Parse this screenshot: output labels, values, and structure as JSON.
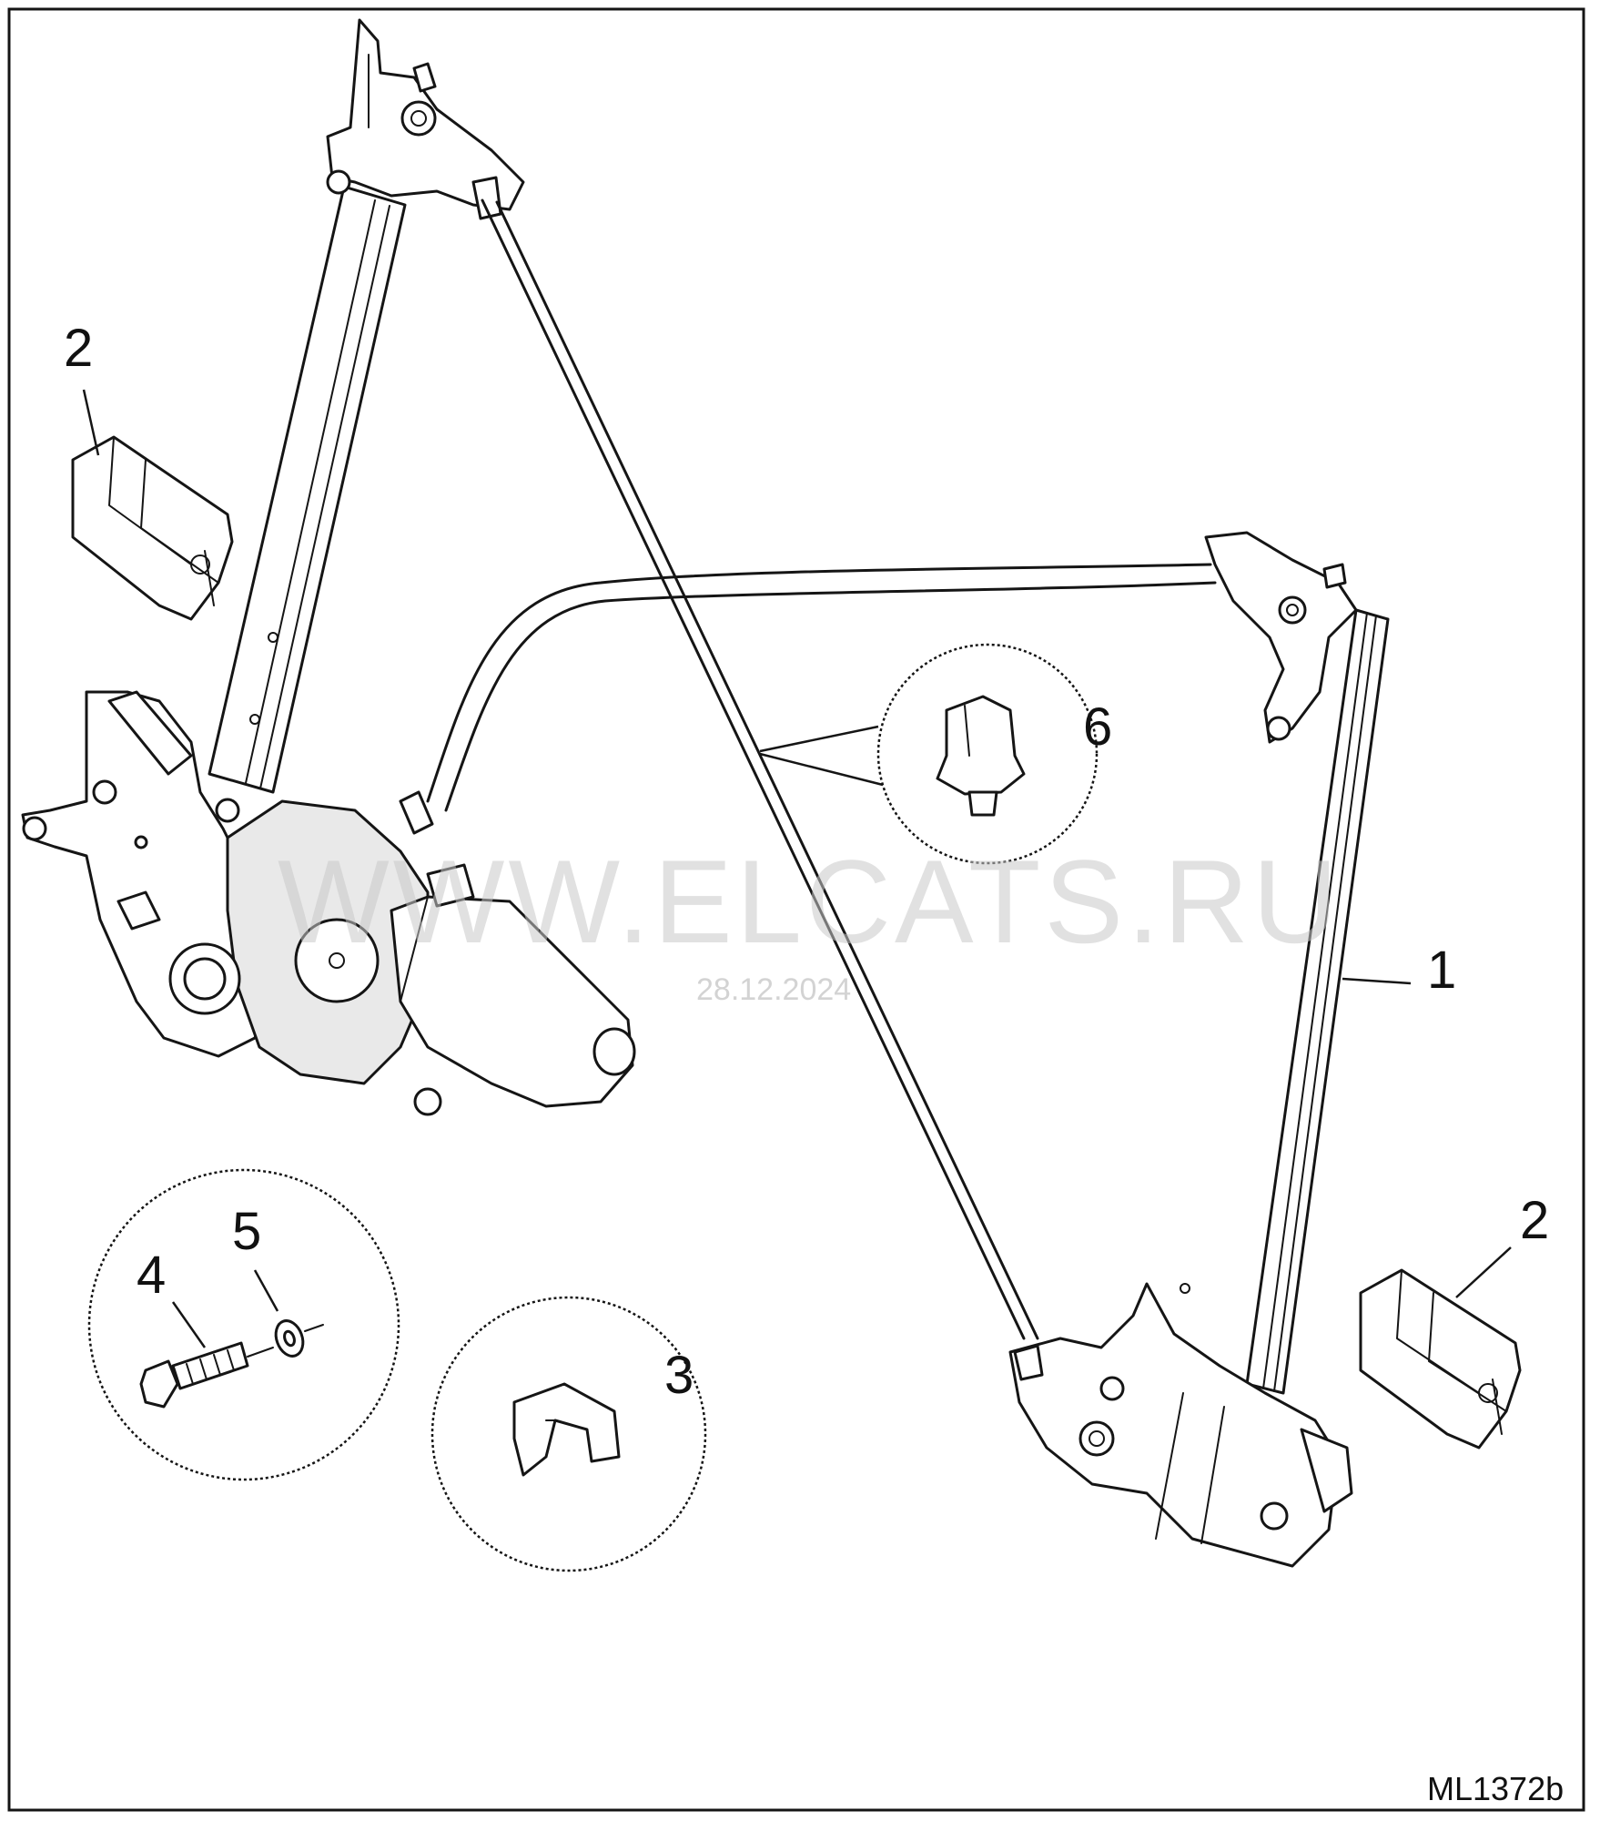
{
  "diagram": {
    "drawing_id": "ML1372b",
    "watermark": "WWW.ELCATS.RU",
    "watermark_date": "28.12.2024",
    "callouts": [
      {
        "id": "callout-1",
        "label": "1"
      },
      {
        "id": "callout-2-left",
        "label": "2"
      },
      {
        "id": "callout-2-right",
        "label": "2"
      },
      {
        "id": "callout-3",
        "label": "3"
      },
      {
        "id": "callout-4",
        "label": "4"
      },
      {
        "id": "callout-5",
        "label": "5"
      },
      {
        "id": "callout-6",
        "label": "6"
      }
    ],
    "parts": [
      {
        "name": "window-regulator-assembly",
        "callout": "1"
      },
      {
        "name": "glass-clamp-pad",
        "callout": "2"
      },
      {
        "name": "clip",
        "callout": "3"
      },
      {
        "name": "bolt",
        "callout": "4"
      },
      {
        "name": "washer",
        "callout": "5"
      },
      {
        "name": "push-fastener",
        "callout": "6"
      }
    ]
  }
}
